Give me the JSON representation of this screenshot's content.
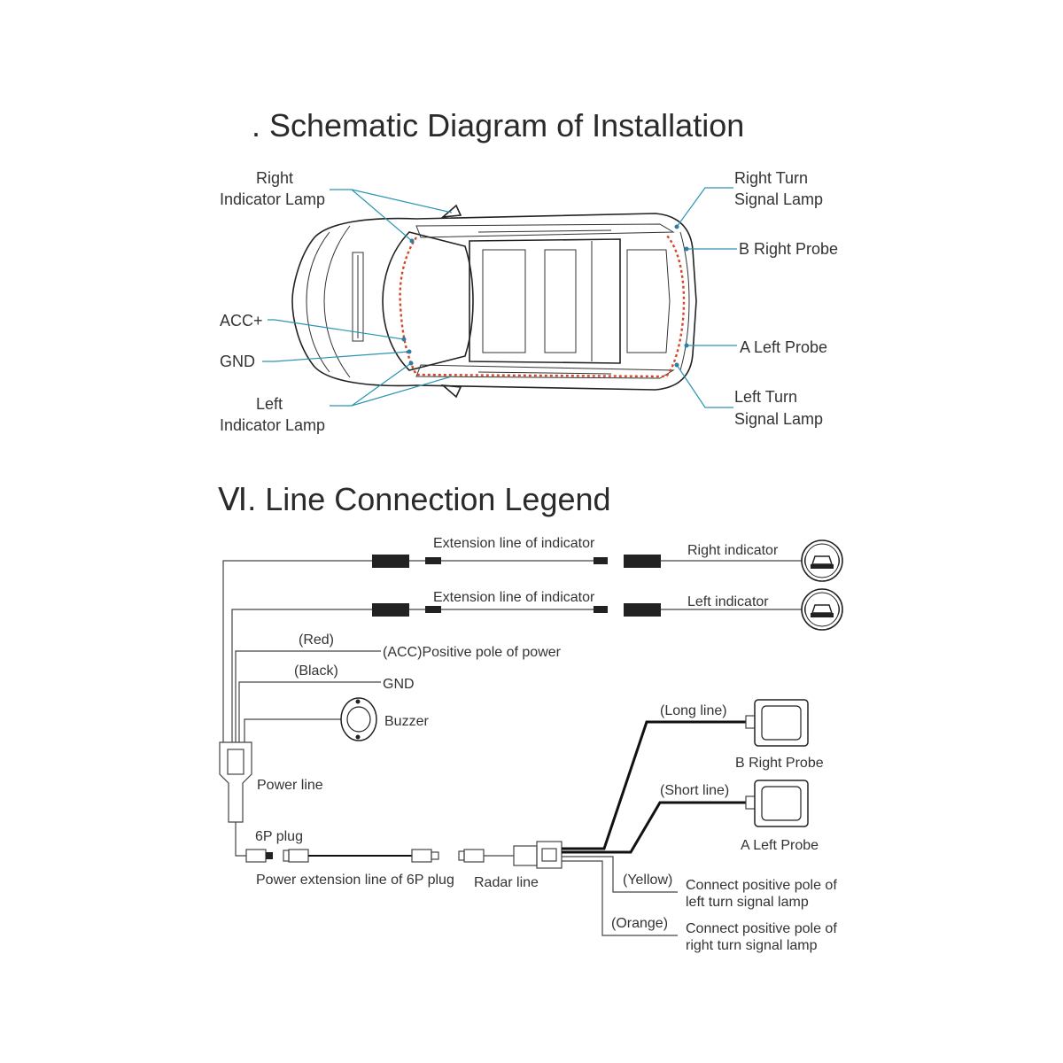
{
  "section1": {
    "title": ". Schematic Diagram of Installation",
    "labels": {
      "right_indicator_1": "Right",
      "right_indicator_2": "Indicator Lamp",
      "acc": "ACC+",
      "gnd": "GND",
      "left_indicator_1": "Left",
      "left_indicator_2": "Indicator Lamp",
      "right_turn_1": "Right Turn",
      "right_turn_2": "Signal Lamp",
      "b_right_probe": "B Right Probe",
      "a_left_probe": "A Left Probe",
      "left_turn_1": "Left Turn",
      "left_turn_2": "Signal Lamp"
    }
  },
  "section2": {
    "title": "Ⅵ. Line Connection Legend",
    "labels": {
      "ext_line_1": "Extension line of indicator",
      "right_indicator": "Right indicator",
      "ext_line_2": "Extension line of indicator",
      "left_indicator": "Left indicator",
      "red": "(Red)",
      "acc_power": "(ACC)Positive pole of power",
      "black": "(Black)",
      "gnd": "GND",
      "buzzer": "Buzzer",
      "power_line": "Power line",
      "six_p_plug": "6P plug",
      "power_ext": "Power extension line of 6P plug",
      "radar_line": "Radar line",
      "long_line": "(Long line)",
      "b_right_probe": "B Right Probe",
      "short_line": "(Short line)",
      "a_left_probe": "A Left Probe",
      "yellow": "(Yellow)",
      "yellow_desc_1": "Connect positive pole of",
      "yellow_desc_2": "left turn signal lamp",
      "orange": "(Orange)",
      "orange_desc_1": "Connect positive pole of",
      "orange_desc_2": "right turn signal lamp"
    }
  },
  "colors": {
    "leader": "#2b95b3",
    "probe_dot": "#2b7fa6",
    "wiring_route": "#d9452a"
  }
}
